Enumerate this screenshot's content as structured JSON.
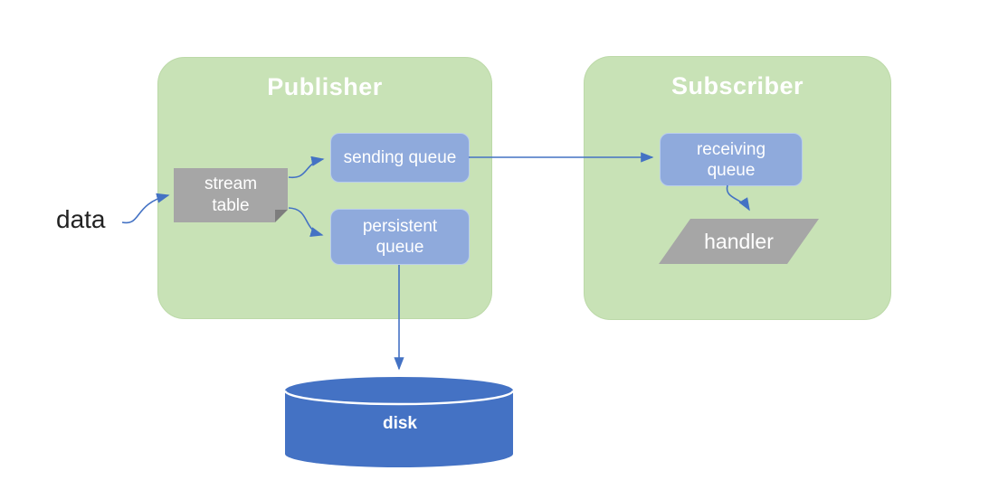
{
  "diagram_type": "flow-diagram",
  "containers": {
    "publisher": {
      "label": "Publisher"
    },
    "subscriber": {
      "label": "Subscriber"
    }
  },
  "nodes": {
    "data": {
      "label": "data",
      "shape": "text"
    },
    "stream_table": {
      "label": "stream table",
      "shape": "card-folded-corner"
    },
    "sending_queue": {
      "label": "sending queue",
      "shape": "rounded-rect"
    },
    "persistent_queue": {
      "label": "persistent queue",
      "shape": "rounded-rect"
    },
    "receiving_queue": {
      "label": "receiving queue",
      "shape": "rounded-rect"
    },
    "handler": {
      "label": "handler",
      "shape": "parallelogram"
    },
    "disk": {
      "label": "disk",
      "shape": "cylinder"
    }
  },
  "edges": [
    {
      "from": "data",
      "to": "stream_table",
      "style": "curved"
    },
    {
      "from": "stream_table",
      "to": "sending_queue",
      "style": "curved"
    },
    {
      "from": "stream_table",
      "to": "persistent_queue",
      "style": "curved"
    },
    {
      "from": "sending_queue",
      "to": "receiving_queue",
      "style": "straight"
    },
    {
      "from": "persistent_queue",
      "to": "disk",
      "style": "straight"
    },
    {
      "from": "receiving_queue",
      "to": "handler",
      "style": "curved"
    }
  ],
  "colors": {
    "container_green": "#c8e2b6",
    "queue_blue": "#8faadc",
    "shape_gray": "#a6a6a6",
    "fold_gray": "#7d7d7d",
    "disk_blue": "#4472c4",
    "arrow_blue": "#4472c4",
    "label_white": "#ffffff",
    "data_text": "#222222",
    "background": "#ffffff"
  }
}
